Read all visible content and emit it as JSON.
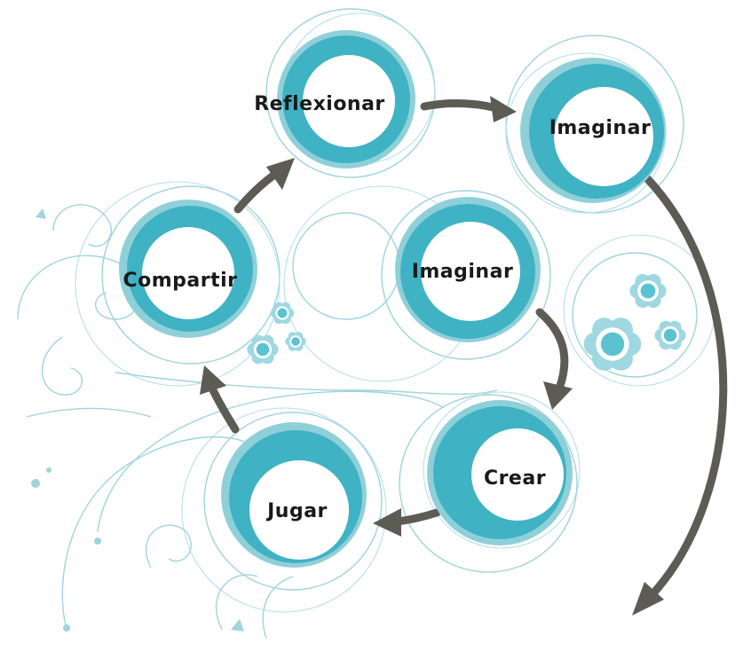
{
  "diagram": {
    "nodes": [
      {
        "id": "reflexionar",
        "label": "Reflexionar"
      },
      {
        "id": "imaginar_top",
        "label": "Imaginar"
      },
      {
        "id": "compartir",
        "label": "Compartir"
      },
      {
        "id": "imaginar_center",
        "label": "Imaginar"
      },
      {
        "id": "crear",
        "label": "Crear"
      },
      {
        "id": "jugar",
        "label": "Jugar"
      }
    ],
    "edges": [
      {
        "from": "reflexionar",
        "to": "imaginar_top"
      },
      {
        "from": "imaginar_top",
        "to": "out"
      },
      {
        "from": "imaginar_center",
        "to": "crear"
      },
      {
        "from": "crear",
        "to": "jugar"
      },
      {
        "from": "jugar",
        "to": "compartir"
      },
      {
        "from": "compartir",
        "to": "reflexionar"
      }
    ],
    "colors": {
      "ring_outer": "#8fd0d8",
      "ring_inner": "#3fb2c4",
      "center": "#ffffff",
      "arrow": "#5c5c55",
      "decoration": "#9fd4dc",
      "flower": "#5bc2d0"
    }
  }
}
